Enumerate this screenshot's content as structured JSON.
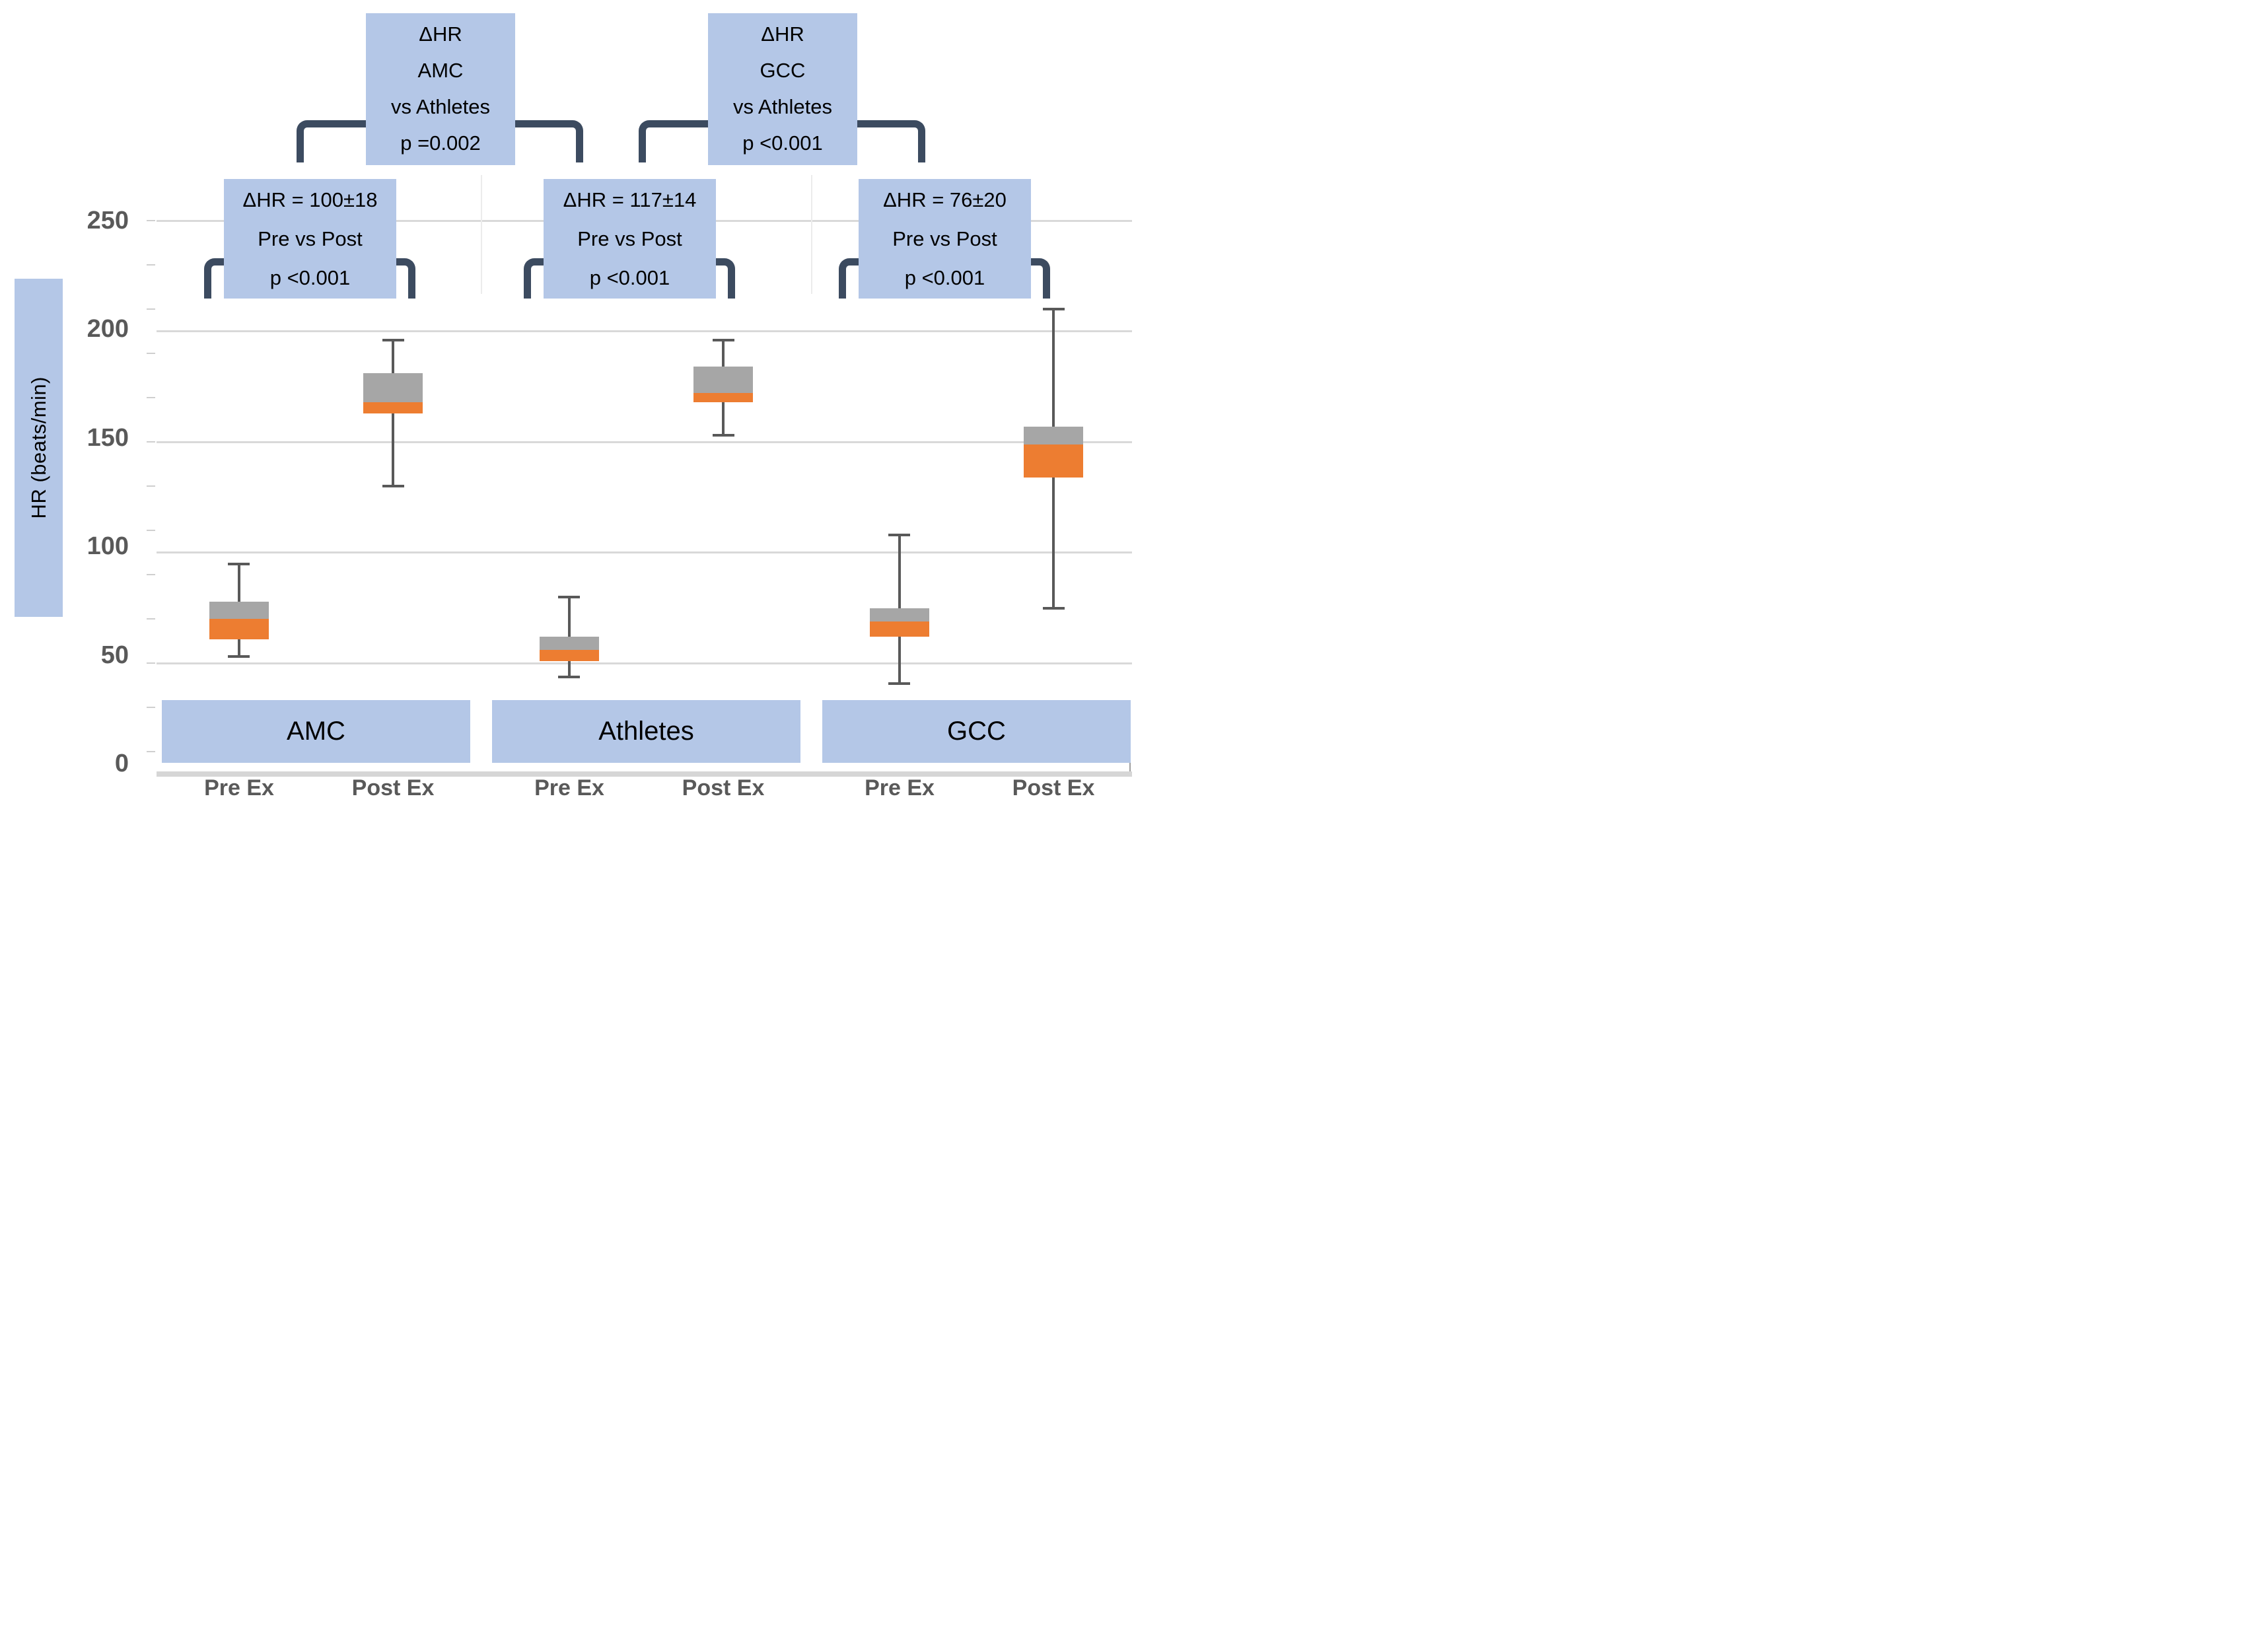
{
  "chart_data": {
    "type": "box",
    "title": "",
    "ylabel": "HR (beats/min)",
    "ylim": [
      0,
      250
    ],
    "yticks": [
      0,
      50,
      100,
      150,
      200,
      250
    ],
    "ytick_labels": {
      "t250": "250",
      "t200": "200",
      "t150": "150",
      "t100": "100",
      "t50": "50",
      "t0": "0"
    },
    "grid": "horizontal",
    "legend": "none",
    "groups": [
      {
        "label": "AMC",
        "series": [
          {
            "label": "Pre Ex",
            "low": 53,
            "q1": 61,
            "median": 70,
            "q3": 78,
            "high": 95
          },
          {
            "label": "Post Ex",
            "low": 130,
            "q1": 163,
            "median": 168,
            "q3": 181,
            "high": 196
          }
        ]
      },
      {
        "label": "Athletes",
        "series": [
          {
            "label": "Pre Ex",
            "low": 44,
            "q1": 51,
            "median": 56,
            "q3": 62,
            "high": 80
          },
          {
            "label": "Post Ex",
            "low": 153,
            "q1": 168,
            "median": 172,
            "q3": 184,
            "high": 196
          }
        ]
      },
      {
        "label": "GCC",
        "series": [
          {
            "label": "Pre Ex",
            "low": 41,
            "q1": 62,
            "median": 69,
            "q3": 75,
            "high": 108
          },
          {
            "label": "Post Ex",
            "low": 75,
            "q1": 134,
            "median": 149,
            "q3": 157,
            "high": 210
          }
        ]
      }
    ],
    "annotations": {
      "top": [
        {
          "lines": [
            "ΔHR",
            "AMC",
            "vs Athletes",
            "p =0.002"
          ]
        },
        {
          "lines": [
            "ΔHR",
            "GCC",
            "vs Athletes",
            "p <0.001"
          ]
        }
      ],
      "mid": [
        {
          "lines": [
            "ΔHR = 100±18",
            "Pre vs Post",
            "p <0.001"
          ]
        },
        {
          "lines": [
            "ΔHR = 117±14",
            "Pre vs Post",
            "p <0.001"
          ]
        },
        {
          "lines": [
            "ΔHR = 76±20",
            "Pre vs Post",
            "p <0.001"
          ]
        }
      ]
    },
    "colors": {
      "annotation_fill": "#b4c7e7",
      "bracket": "#3c4b60",
      "box_upper_gray": "#a6a6a6",
      "box_lower_orange": "#ed7d31",
      "whisker": "#595959",
      "gridline": "#d9d9d9",
      "tick_text": "#595959"
    }
  }
}
